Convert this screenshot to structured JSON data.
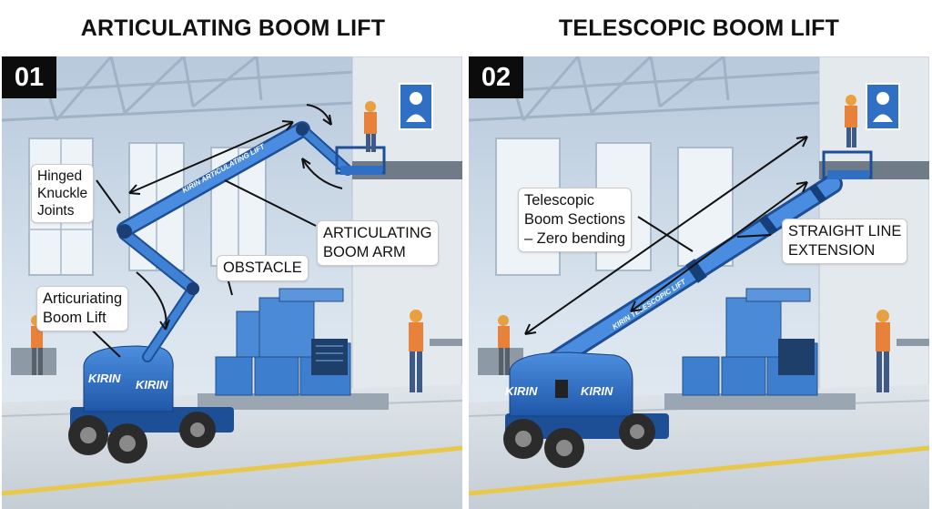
{
  "left": {
    "title": "ARTICULATING BOOM LIFT",
    "number": "01",
    "labels": {
      "hinged": "Hinged\nKnuckle\nJoints",
      "arm": "ARTICULATING\nBOOM ARM",
      "obstacle": "OBSTACLE",
      "lift": "Articuriating\nBoom Lift"
    },
    "arm_text": "KIRIN ARTICULATING LIFT",
    "brand": "KIRIN"
  },
  "right": {
    "title": "TELESCOPIC BOOM LIFT",
    "number": "02",
    "labels": {
      "sections": "Telescopic\nBoom Sections\n– Zero bending",
      "straight": "STRAIGHT LINE\nEXTENSION"
    },
    "arm_text": "KIRIN TELESCOPIC LIFT",
    "brand": "KIRIN"
  },
  "colors": {
    "machine_blue": "#2f6fc4",
    "factory_bg": "#c9d7e6",
    "safety_orange": "#e8823a",
    "floor_stripe": "#e8c84a"
  }
}
